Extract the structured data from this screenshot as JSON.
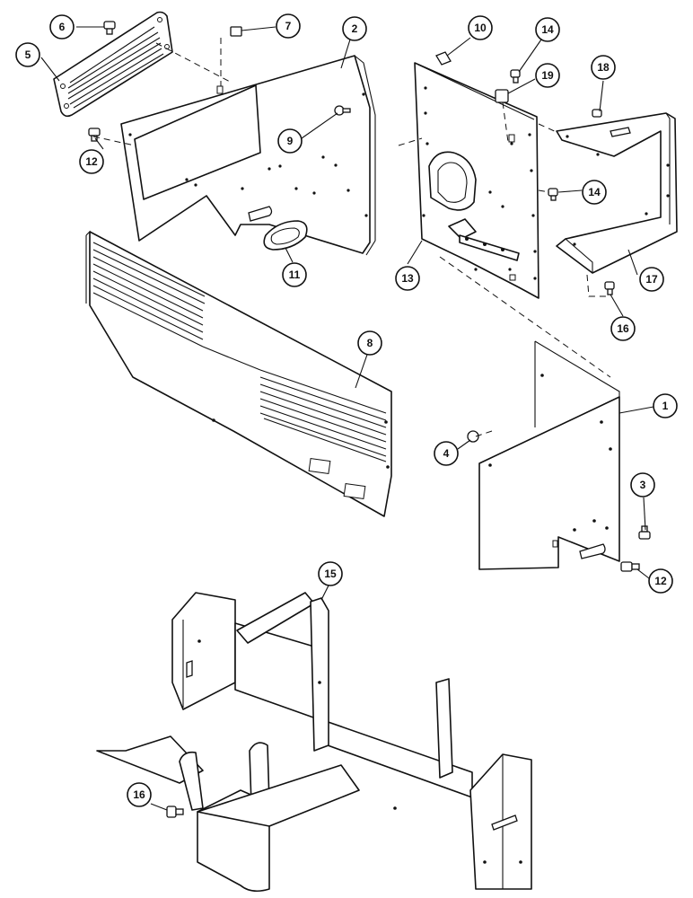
{
  "callouts": {
    "c1": "1",
    "c2": "2",
    "c3": "3",
    "c4": "4",
    "c5": "5",
    "c6": "6",
    "c7": "7",
    "c8": "8",
    "c9": "9",
    "c10": "10",
    "c11": "11",
    "c12a": "12",
    "c12b": "12",
    "c13": "13",
    "c14a": "14",
    "c14b": "14",
    "c15": "15",
    "c16a": "16",
    "c16b": "16",
    "c17": "17",
    "c18": "18",
    "c19": "19"
  }
}
